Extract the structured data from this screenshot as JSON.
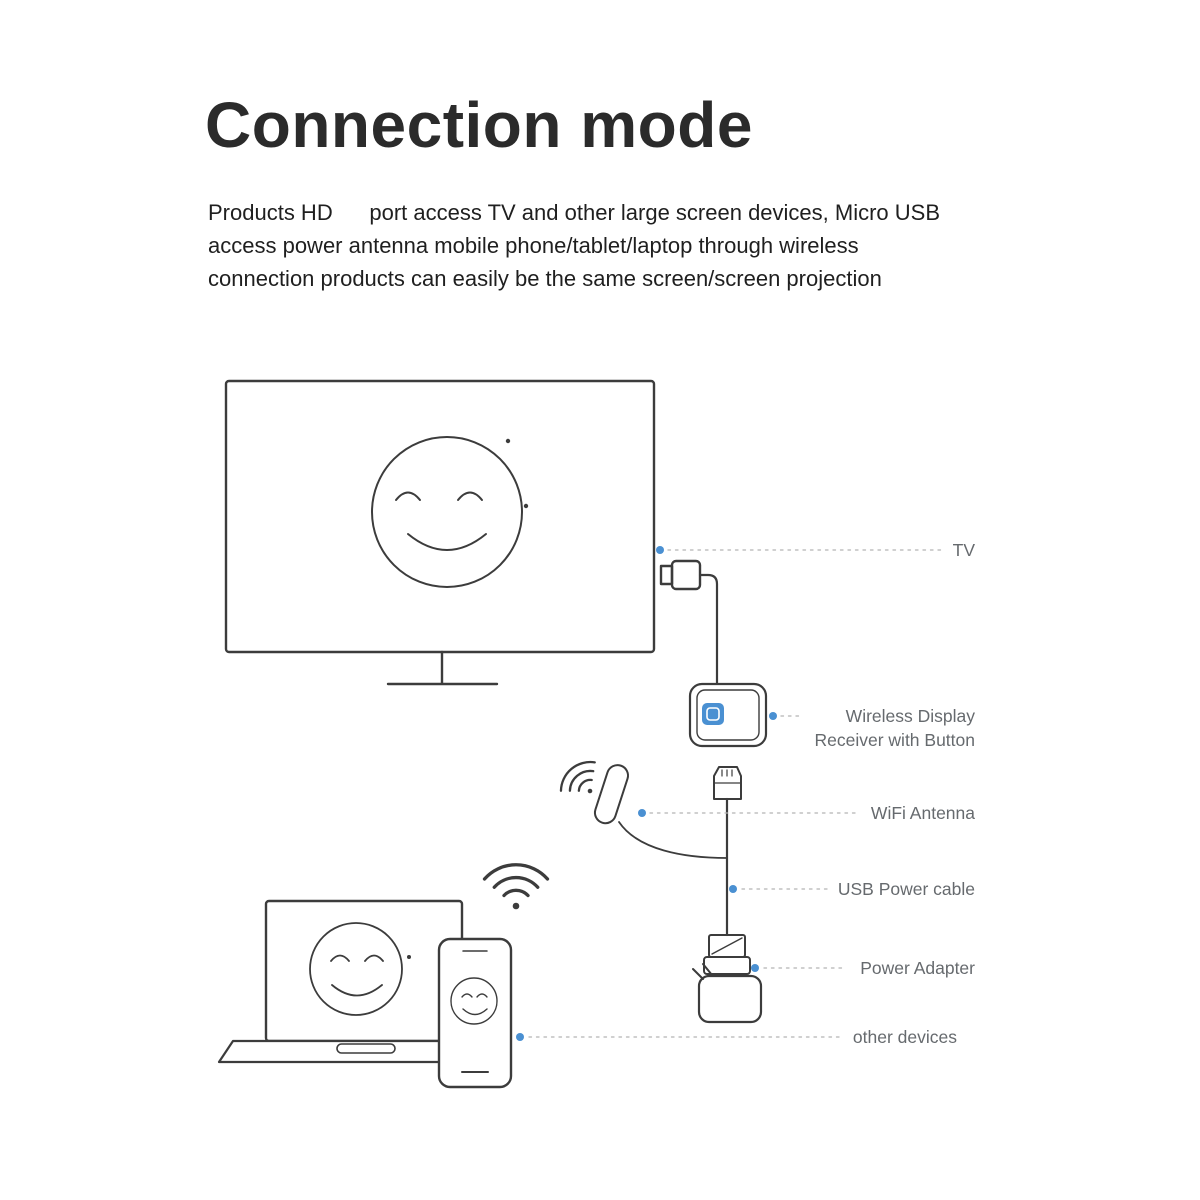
{
  "header": {
    "title": "Connection mode",
    "description": "Products HD      port access TV and other large screen devices, Micro USB\naccess power antenna mobile phone/tablet/laptop through wireless\nconnection products can easily be the same screen/screen projection"
  },
  "diagram": {
    "labels": {
      "tv": "TV",
      "receiver": "Wireless Display Receiver with Button",
      "wifi_antenna": "WiFi Antenna",
      "usb_power_cable": "USB Power cable",
      "power_adapter": "Power Adapter",
      "other_devices": "other devices"
    }
  },
  "colors": {
    "accent_blue": "#4a90d2",
    "line_dark": "#3c3c3c",
    "label_gray": "#666a6e"
  }
}
